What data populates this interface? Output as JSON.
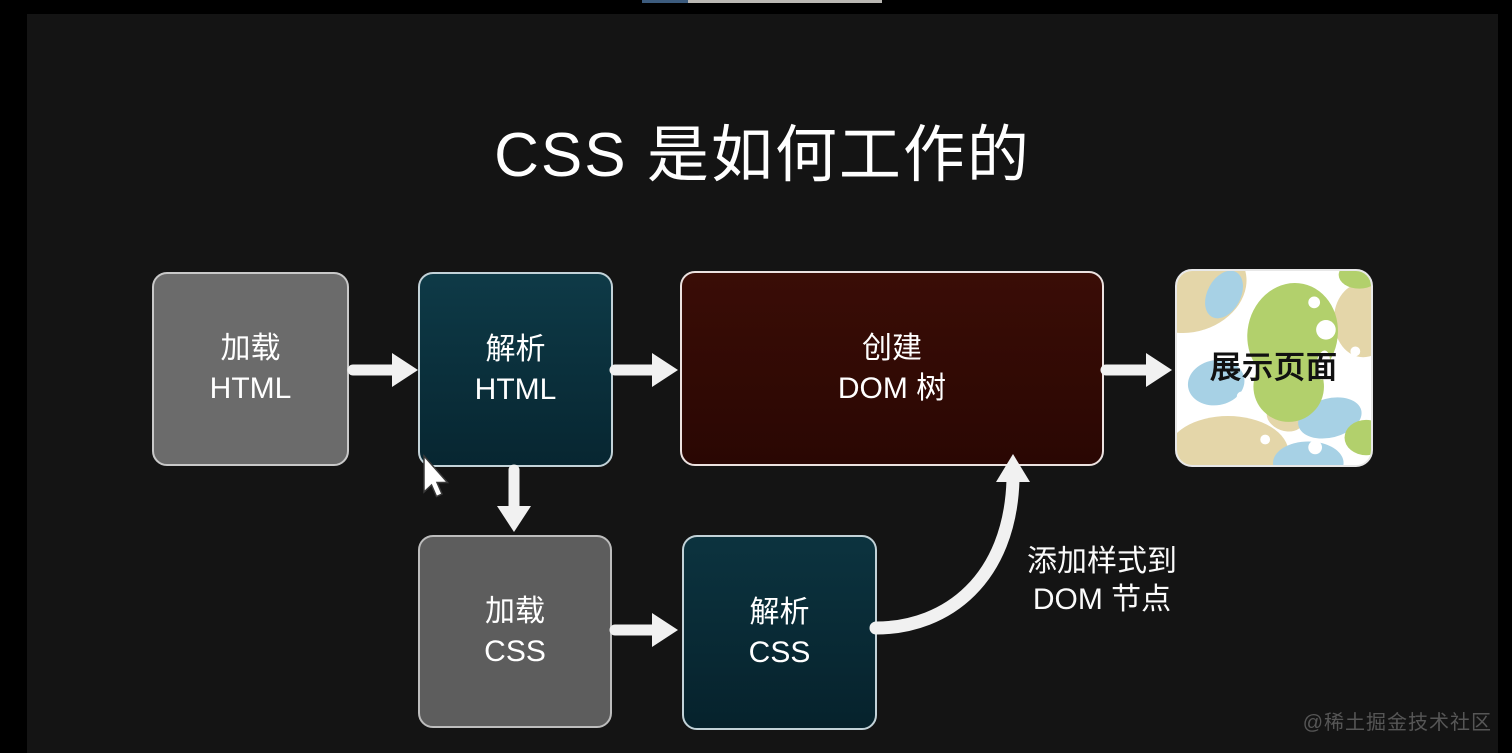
{
  "video_chrome": {
    "progress_bar": {
      "watched_color": "#3c5b7d",
      "buffered_color": "#b9b7b2"
    }
  },
  "diagram": {
    "title": "CSS 是如何工作的",
    "nodes": {
      "load_html": {
        "line1": "加载",
        "line2": "HTML"
      },
      "parse_html": {
        "line1": "解析",
        "line2": "HTML"
      },
      "create_dom": {
        "line1": "创建",
        "line2": "DOM 树"
      },
      "display_page": {
        "label": "展示页面"
      },
      "load_css": {
        "line1": "加载",
        "line2": "CSS"
      },
      "parse_css": {
        "line1": "解析",
        "line2": "CSS"
      }
    },
    "edge_label": {
      "line1": "添加样式到",
      "line2": "DOM 节点"
    },
    "flow": [
      "加载 HTML → 解析 HTML → 创建 DOM 树 → 展示页面",
      "解析 HTML → 加载 CSS → 解析 CSS → (添加样式到 DOM 节点) → 创建 DOM 树"
    ],
    "colors": {
      "slide_background": "#141414",
      "node_load_html": "#6b6b6b",
      "node_load_css": "#5d5d5d",
      "node_parse_teal": "#0a2f3a",
      "node_create_dom_maroon": "#320a05",
      "node_display_bg": "#ffffff",
      "display_blob_tan": "#e4d6a9",
      "display_blob_blue": "#a7d1e5",
      "display_blob_green": "#b2d06c",
      "arrow": "#f1f1f1",
      "title_text": "#ffffff",
      "watermark_text": "#565656"
    }
  },
  "watermark": "@稀土掘金技术社区"
}
